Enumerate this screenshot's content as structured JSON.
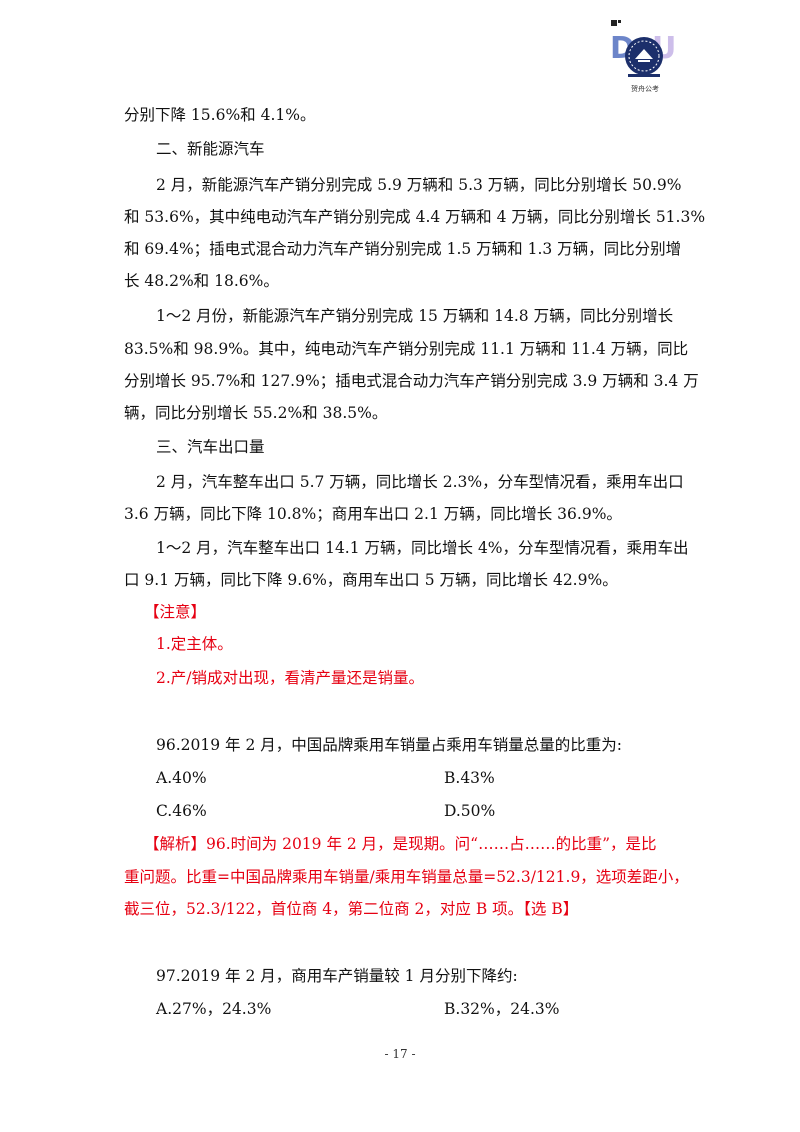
{
  "watermark": {
    "brand_text": "DOU",
    "caption": "贺舟公考",
    "colors": {
      "primary": "#3b5db8",
      "accent": "#c8b8e8"
    }
  },
  "paragraphs": [
    {
      "text": "分别下降 15.6%和 4.1%。",
      "color": "default"
    },
    {
      "text": "二、新能源汽车",
      "color": "default"
    },
    {
      "text": "2 月，新能源汽车产销分别完成 5.9 万辆和 5.3 万辆，同比分别增长 50.9%",
      "color": "default"
    },
    {
      "text": "和 53.6%，其中纯电动汽车产销分别完成 4.4 万辆和 4 万辆，同比分别增长 51.3%",
      "color": "default"
    },
    {
      "text": "和 69.4%；插电式混合动力汽车产销分别完成 1.5 万辆和 1.3 万辆，同比分别增",
      "color": "default"
    },
    {
      "text": "长 48.2%和 18.6%。",
      "color": "default"
    },
    {
      "text": "1～2 月份，新能源汽车产销分别完成 15 万辆和 14.8 万辆，同比分别增长",
      "color": "default"
    },
    {
      "text": "83.5%和 98.9%。其中，纯电动汽车产销分别完成 11.1 万辆和 11.4 万辆，同比",
      "color": "default"
    },
    {
      "text": "分别增长 95.7%和 127.9%；插电式混合动力汽车产销分别完成 3.9 万辆和 3.4 万",
      "color": "default"
    },
    {
      "text": "辆，同比分别增长 55.2%和 38.5%。",
      "color": "default"
    },
    {
      "text": "三、汽车出口量",
      "color": "default"
    },
    {
      "text": "2 月，汽车整车出口 5.7 万辆，同比增长 2.3%，分车型情况看，乘用车出口",
      "color": "default"
    },
    {
      "text": "3.6 万辆，同比下降 10.8%；商用车出口 2.1 万辆，同比增长 36.9%。",
      "color": "default"
    },
    {
      "text": "1～2 月，汽车整车出口 14.1 万辆，同比增长 4%，分车型情况看，乘用车出",
      "color": "default"
    },
    {
      "text": "口 9.1 万辆，同比下降 9.6%，商用车出口 5 万辆，同比增长 42.9%。",
      "color": "default"
    },
    {
      "text": "【注意】",
      "color": "red"
    },
    {
      "text": "1.定主体。",
      "color": "red"
    },
    {
      "text": "2.产/销成对出现，看清产量还是销量。",
      "color": "red"
    },
    {
      "text": "96.2019 年 2 月，中国品牌乘用车销量占乘用车销量总量的比重为:",
      "color": "default"
    },
    {
      "text": "A.40%",
      "color": "default"
    },
    {
      "text": "B.43%",
      "color": "default"
    },
    {
      "text": "C.46%",
      "color": "default"
    },
    {
      "text": "D.50%",
      "color": "default"
    },
    {
      "text": "【解析】96.时间为 2019 年 2 月，是现期。问“……占……的比重”，是比",
      "color": "red"
    },
    {
      "text": "重问题。比重=中国品牌乘用车销量/乘用车销量总量=52.3/121.9，选项差距小，",
      "color": "red"
    },
    {
      "text": "截三位，52.3/122，首位商 4，第二位商 2，对应 B 项。【选 B】",
      "color": "red"
    },
    {
      "text": "97.2019 年 2 月，商用车产销量较 1 月分别下降约:",
      "color": "default"
    },
    {
      "text": "A.27%，24.3%",
      "color": "default"
    },
    {
      "text": "B.32%，24.3%",
      "color": "default"
    }
  ],
  "page_number": "- 17 -"
}
